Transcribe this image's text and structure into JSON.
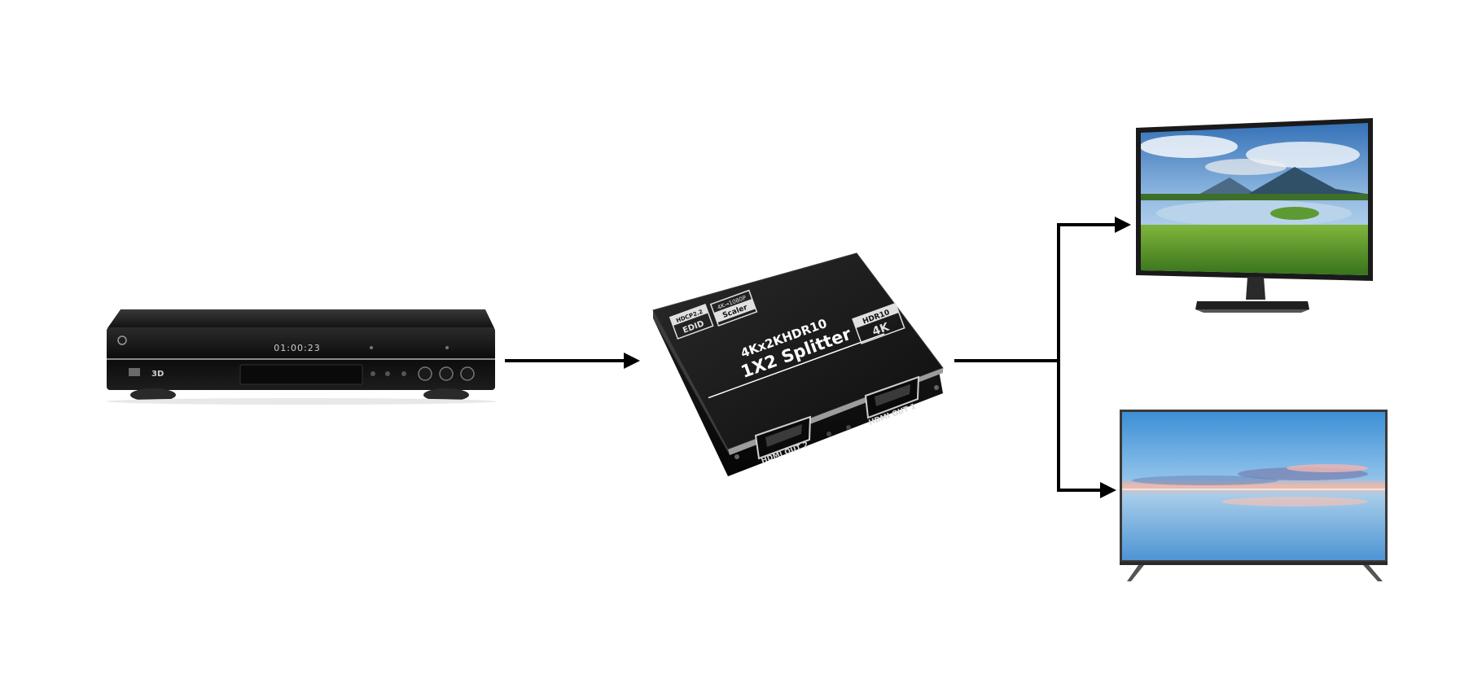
{
  "colors": {
    "background": "#ffffff",
    "connector": "#000000",
    "device_dark": "#141414"
  },
  "diagram": {
    "source": {
      "icon": "blu-ray-player-icon",
      "display_readout": "01:00:23",
      "disc_logo": "3D"
    },
    "splitter": {
      "icon": "hdmi-splitter-icon",
      "model_text": "1X2 Splitter",
      "spec_text": "4Kx2KHDR10",
      "badges": [
        "4K",
        "HDR10",
        "EDID",
        "HDCP2.2",
        "Scaler",
        "4K→1080P"
      ],
      "port_labels": [
        "HDMI OUT 2",
        "HDMI OUT 1"
      ]
    },
    "outputs": [
      {
        "icon": "monitor-icon",
        "screen": "mountain-lake-landscape"
      },
      {
        "icon": "tv-icon",
        "screen": "sunset-sky-over-water"
      }
    ]
  }
}
